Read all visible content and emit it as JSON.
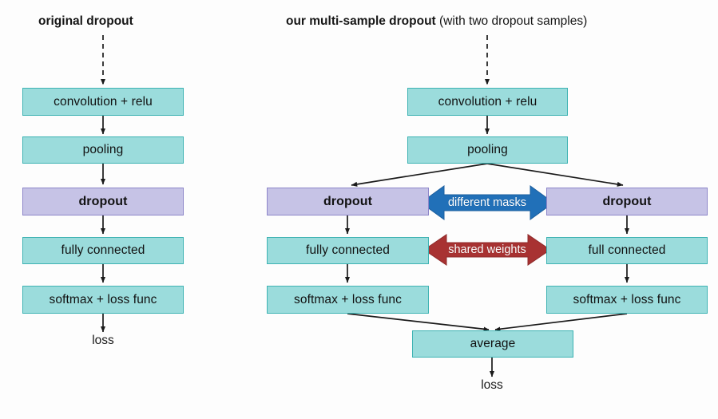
{
  "diagram": {
    "title_left": {
      "strong": "original dropout",
      "rest": ""
    },
    "title_right": {
      "strong": "our multi-sample dropout",
      "rest": " (with two dropout samples)"
    },
    "colors": {
      "teal_fill": "#9bdcdc",
      "teal_border": "#3eb3b3",
      "purple_fill": "#c6c3e6",
      "purple_border": "#8d86c9",
      "blue_arrow": "#2170b8",
      "red_arrow": "#a83232",
      "line": "#1a1a1a",
      "background": "#fdfdfd"
    },
    "left_pipeline": {
      "nodes": [
        {
          "label": "convolution + relu",
          "kind": "teal"
        },
        {
          "label": "pooling",
          "kind": "teal"
        },
        {
          "label": "dropout",
          "kind": "purple"
        },
        {
          "label": "fully connected",
          "kind": "teal"
        },
        {
          "label": "softmax + loss func",
          "kind": "teal"
        }
      ],
      "output_label": "loss"
    },
    "right_pipeline": {
      "shared_nodes": [
        {
          "label": "convolution + relu",
          "kind": "teal"
        },
        {
          "label": "pooling",
          "kind": "teal"
        }
      ],
      "branch_left": [
        {
          "label": "dropout",
          "kind": "purple"
        },
        {
          "label": "fully connected",
          "kind": "teal"
        },
        {
          "label": "softmax + loss func",
          "kind": "teal"
        }
      ],
      "branch_right": [
        {
          "label": "dropout",
          "kind": "purple"
        },
        {
          "label": "full connected",
          "kind": "teal"
        },
        {
          "label": "softmax + loss func",
          "kind": "teal"
        }
      ],
      "merge_node": {
        "label": "average",
        "kind": "teal"
      },
      "output_label": "loss",
      "connector_masks": "different masks",
      "connector_weights": "shared weights"
    }
  }
}
